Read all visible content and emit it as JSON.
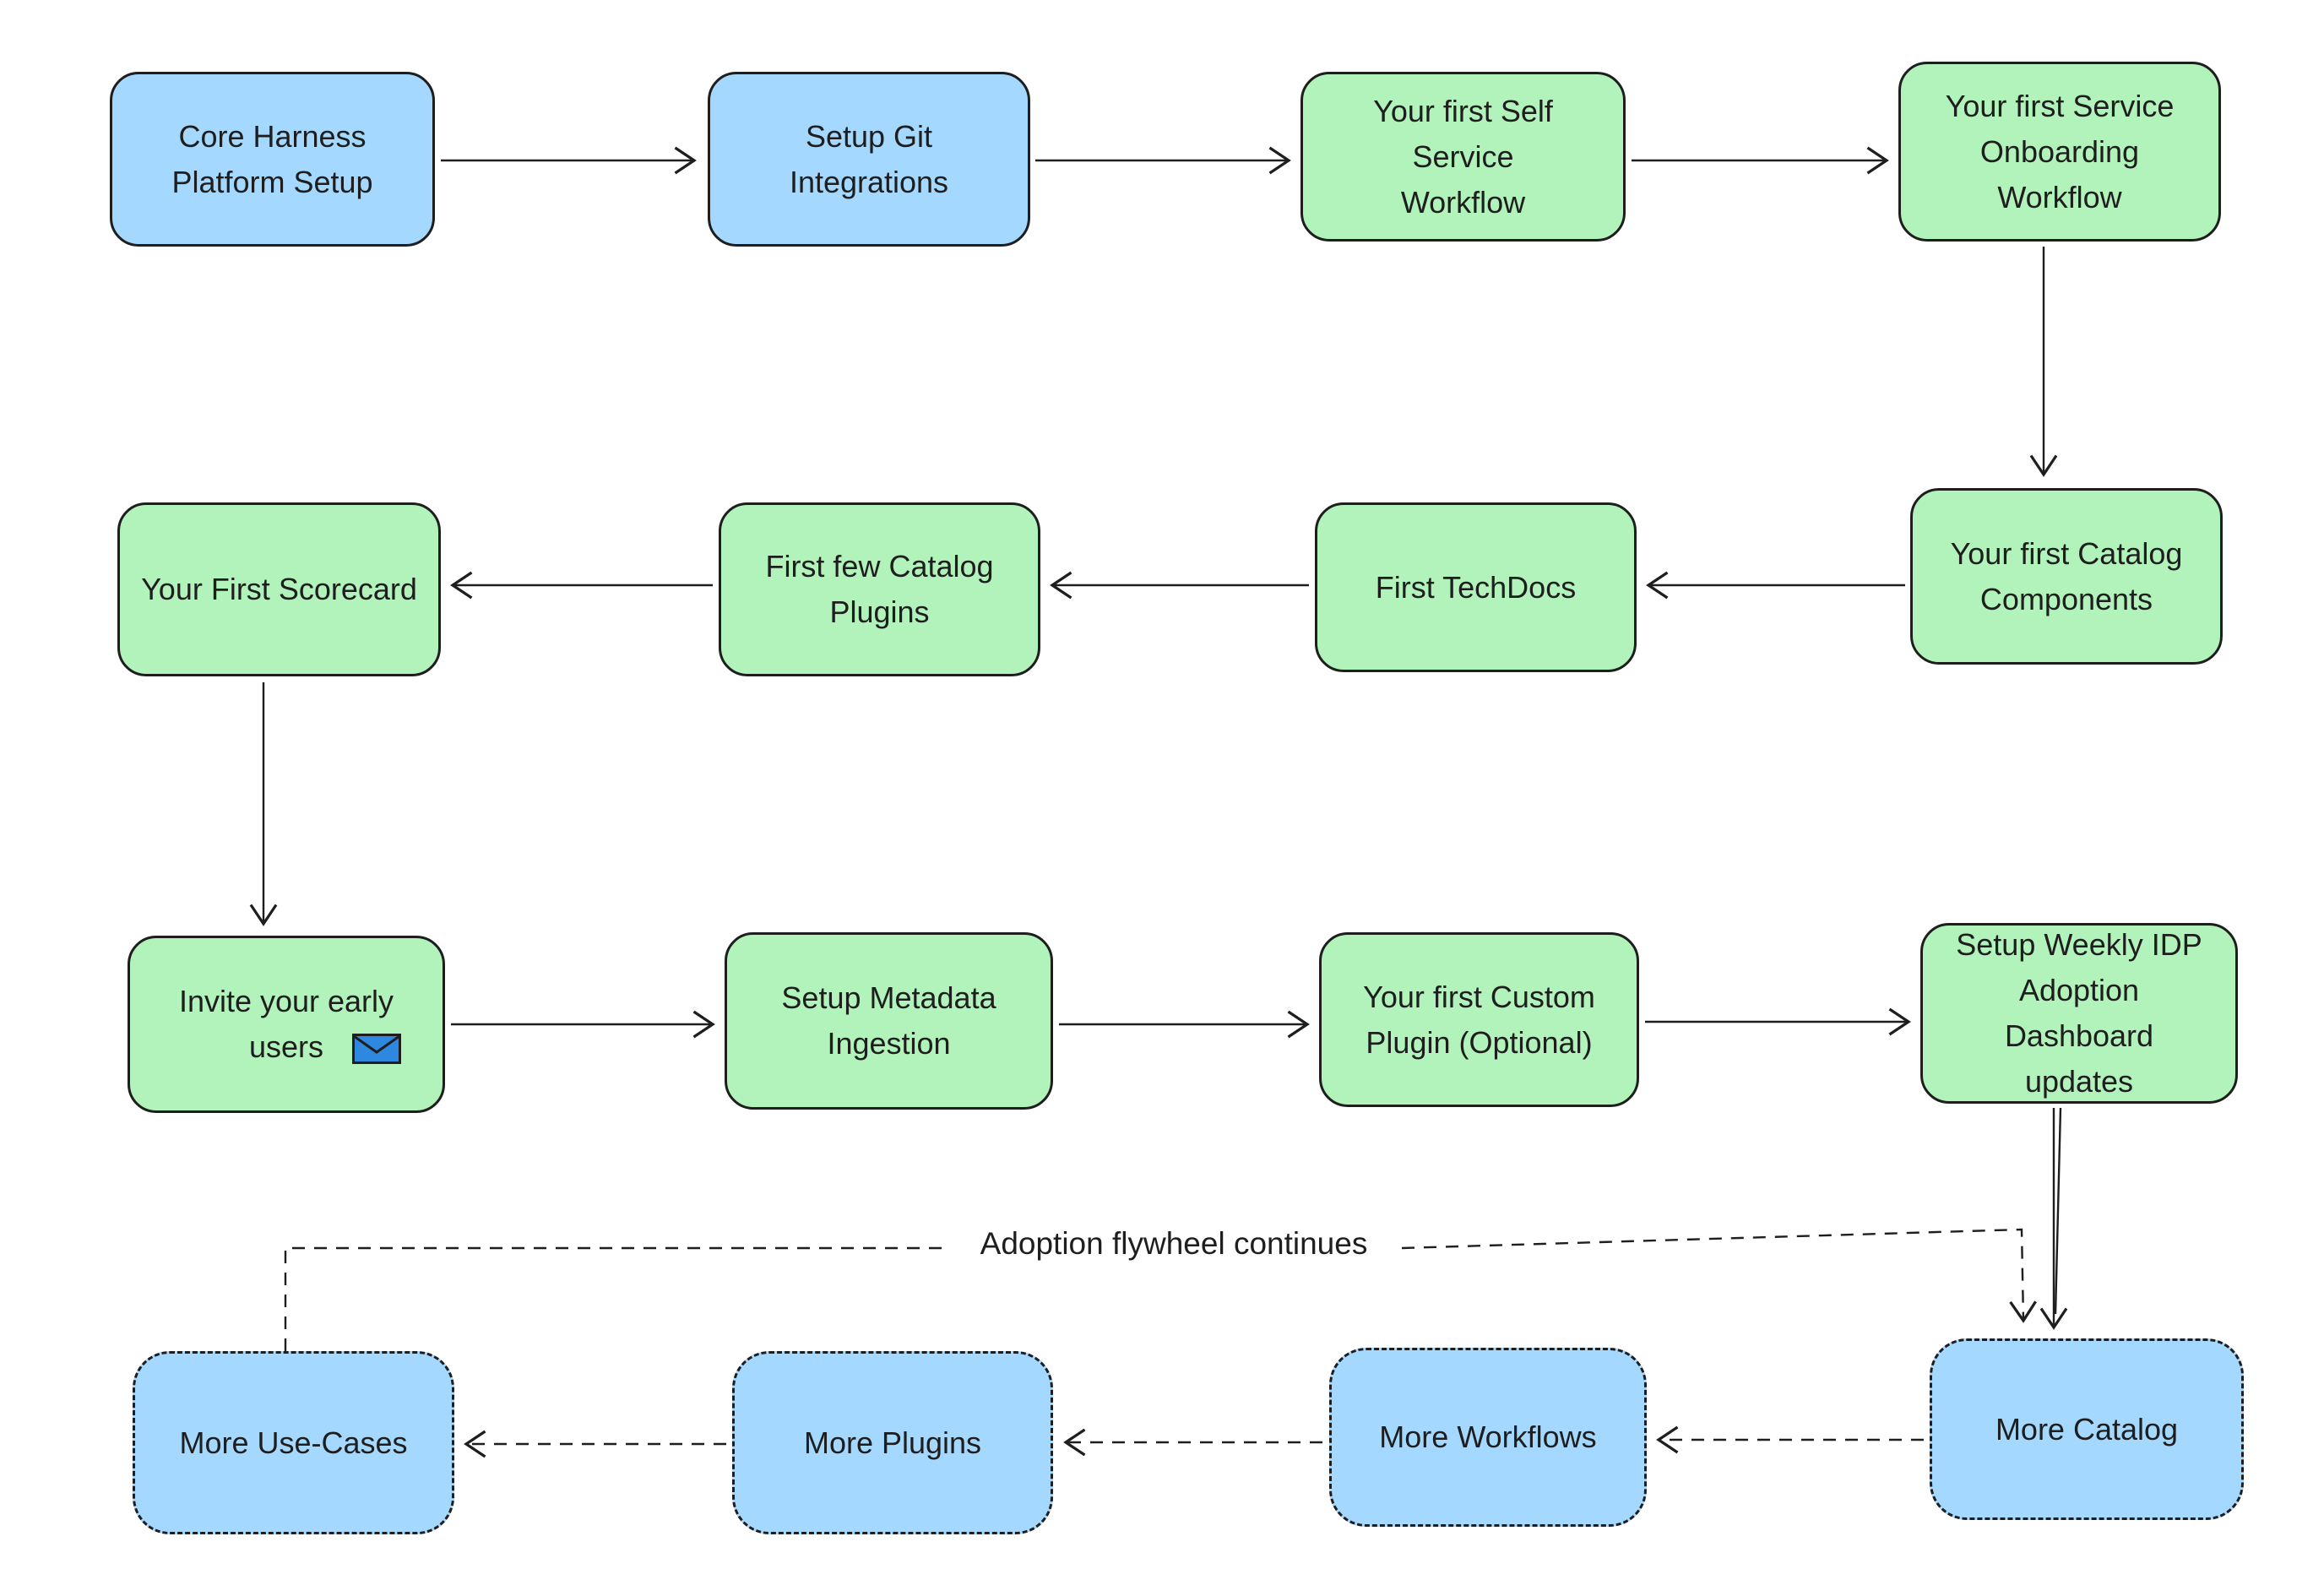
{
  "diagram_title": "IDP adoption flowchart",
  "colors": {
    "background": "#ffffff",
    "stroke": "#1e1e1e",
    "blue_fill": "#a5d8ff",
    "green_fill": "#b2f2bb",
    "envelope_blue": "#2f88e0"
  },
  "flywheel_label": "Adoption flywheel continues",
  "icons": {
    "invite_users": "envelope-icon"
  },
  "nodes": {
    "core_harness": {
      "label": "Core Harness\nPlatform Setup",
      "fill": "blue",
      "border": "solid"
    },
    "git_integrations": {
      "label": "Setup Git\nIntegrations",
      "fill": "blue",
      "border": "solid"
    },
    "self_service_wf": {
      "label": "Your first Self Service\nWorkflow",
      "fill": "green",
      "border": "solid"
    },
    "service_onboarding": {
      "label": "Your first Service\nOnboarding\nWorkflow",
      "fill": "green",
      "border": "solid"
    },
    "catalog_components": {
      "label": "Your first Catalog\nComponents",
      "fill": "green",
      "border": "solid"
    },
    "first_techdocs": {
      "label": "First TechDocs",
      "fill": "green",
      "border": "solid"
    },
    "catalog_plugins": {
      "label": "First few Catalog\nPlugins",
      "fill": "green",
      "border": "solid"
    },
    "first_scorecard": {
      "label": "Your First Scorecard",
      "fill": "green",
      "border": "solid"
    },
    "invite_users": {
      "label": "Invite your early\nusers",
      "fill": "green",
      "border": "solid"
    },
    "metadata_ingestion": {
      "label": "Setup Metadata\nIngestion",
      "fill": "green",
      "border": "solid"
    },
    "custom_plugin": {
      "label": "Your first Custom\nPlugin (Optional)",
      "fill": "green",
      "border": "solid"
    },
    "adoption_dashboard": {
      "label": "Setup Weekly IDP\nAdoption Dashboard\nupdates",
      "fill": "green",
      "border": "solid"
    },
    "more_catalog": {
      "label": "More Catalog",
      "fill": "blue",
      "border": "dashed"
    },
    "more_workflows": {
      "label": "More Workflows",
      "fill": "blue",
      "border": "dashed"
    },
    "more_plugins": {
      "label": "More Plugins",
      "fill": "blue",
      "border": "dashed"
    },
    "more_use_cases": {
      "label": "More Use-Cases",
      "fill": "blue",
      "border": "dashed"
    }
  }
}
